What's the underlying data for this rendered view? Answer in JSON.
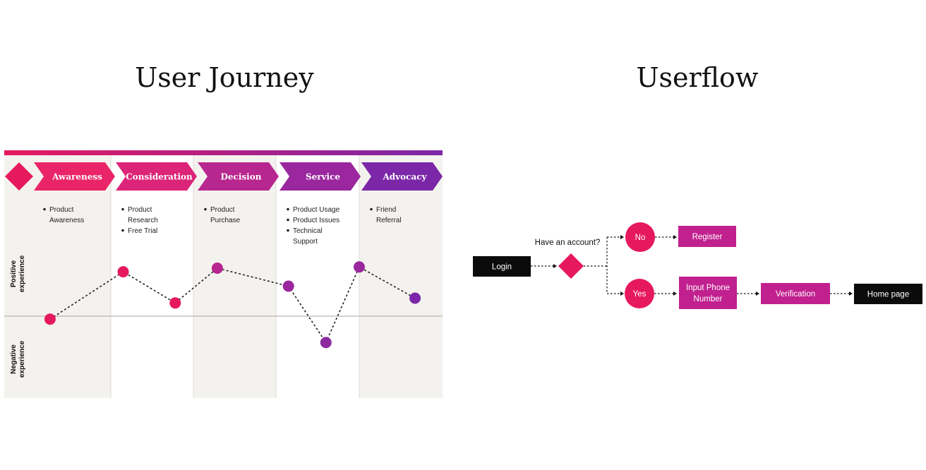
{
  "titles": {
    "journey": "User Journey",
    "userflow": "Userflow"
  },
  "colors": {
    "pink": "#e6195f",
    "magenta": "#c1208f",
    "purple": "#7b27a8",
    "panel": "#f4f2ee",
    "dark": "#0b0b0b"
  },
  "journey": {
    "stages": [
      {
        "label": "Awareness",
        "bullets": [
          [
            "Product",
            "Awareness"
          ]
        ],
        "color": "#ea2468"
      },
      {
        "label": "Consideration",
        "bullets": [
          [
            "Product",
            "Research"
          ],
          [
            "Free Trial"
          ]
        ],
        "color": "#dc2479"
      },
      {
        "label": "Decision",
        "bullets": [
          [
            "Product",
            "Purchase"
          ]
        ],
        "color": "#b8268f"
      },
      {
        "label": "Service",
        "bullets": [
          [
            "Product Usage"
          ],
          [
            "Product Issues"
          ],
          [
            "Technical",
            "Support"
          ]
        ],
        "color": "#9a279d"
      },
      {
        "label": "Advocacy",
        "bullets": [
          [
            "Friend",
            "Referral"
          ]
        ],
        "color": "#7b27a8"
      }
    ],
    "axis": {
      "positive": [
        "Positive",
        "experience"
      ],
      "negative": [
        "Negative",
        "experience"
      ]
    },
    "points": [
      {
        "stage": 0,
        "offset": 0.43,
        "value": -0.05,
        "color": "#e6195f"
      },
      {
        "stage": 1,
        "offset": 0.15,
        "value": 0.74,
        "color": "#e6195f"
      },
      {
        "stage": 1,
        "offset": 0.78,
        "value": 0.22,
        "color": "#e6195f"
      },
      {
        "stage": 2,
        "offset": 0.29,
        "value": 0.8,
        "color": "#b8268f"
      },
      {
        "stage": 3,
        "offset": 0.15,
        "value": 0.5,
        "color": "#9a279d"
      },
      {
        "stage": 3,
        "offset": 0.6,
        "value": -0.44,
        "color": "#8d2aa0"
      },
      {
        "stage": 4,
        "offset": 0.0,
        "value": 0.82,
        "color": "#9a279d"
      },
      {
        "stage": 4,
        "offset": 0.67,
        "value": 0.3,
        "color": "#7b27a8"
      }
    ]
  },
  "userflow": {
    "start": "Login",
    "question": "Have an account?",
    "no_label": "No",
    "yes_label": "Yes",
    "register": "Register",
    "input_phone": [
      "Input Phone",
      "Number"
    ],
    "verification": "Verification",
    "home": "Home page"
  }
}
